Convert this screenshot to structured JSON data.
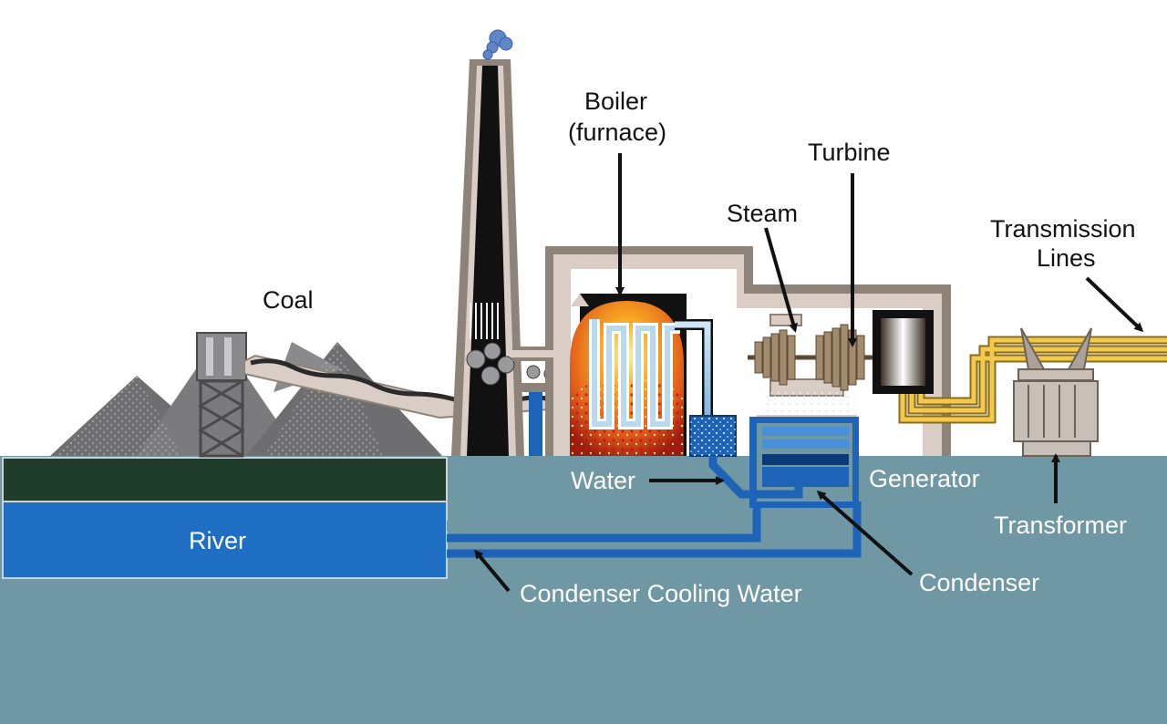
{
  "labels": {
    "coal": "Coal",
    "boiler_line1": "Boiler",
    "boiler_line2": "(furnace)",
    "turbine": "Turbine",
    "steam": "Steam",
    "transmission_line1": "Transmission",
    "transmission_line2": "Lines",
    "water": "Water",
    "generator": "Generator",
    "transformer": "Transformer",
    "river": "River",
    "condenser": "Condenser",
    "condenser_cooling_water": "Condenser Cooling Water"
  },
  "colors": {
    "ground": "#6f97a4",
    "river": "#1e6fc4",
    "river_bank": "#1f3d2a",
    "building_outer": "#8e8378",
    "building_inner": "#d9cdc6",
    "coal_pile": "#6e6e70",
    "furnace_fire": "#f08a1a",
    "water_blue": "#1d63b8",
    "steam_blue": "#8cc4ea",
    "transmission_gold": "#f2c94c",
    "arrow": "#111111"
  },
  "icons": {
    "smoke": "smoke-puff-icon",
    "turbine_blades": "turbine-rotor-icon",
    "generator": "generator-icon",
    "transformer": "transformer-icon",
    "conveyor": "conveyor-icon"
  }
}
